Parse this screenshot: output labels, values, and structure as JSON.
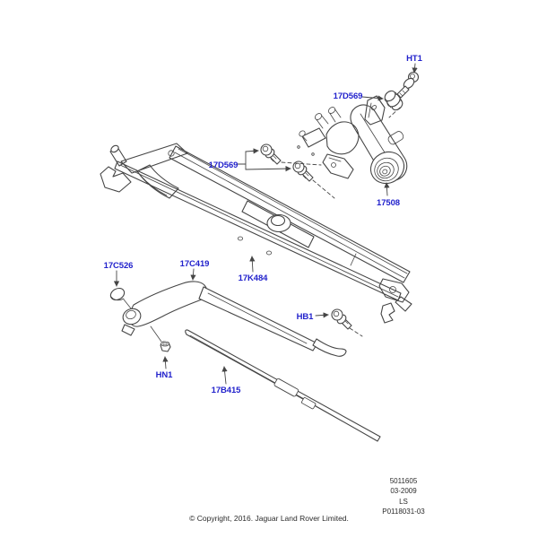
{
  "diagram": {
    "label_color": "#2222cc",
    "line_color": "#454545",
    "part_labels": [
      {
        "code": "HT1"
      },
      {
        "code": "17D569"
      },
      {
        "code": "17508"
      },
      {
        "code": "17D569"
      },
      {
        "code": "17C526"
      },
      {
        "code": "17C419"
      },
      {
        "code": "17K484"
      },
      {
        "code": "HB1"
      },
      {
        "code": "HN1"
      },
      {
        "code": "17B415"
      }
    ]
  },
  "footer": {
    "doc_number": "5011605",
    "doc_date": "03-2009",
    "doc_code": "LS",
    "doc_ref": "P0118031-03",
    "copyright": "© Copyright, 2016. Jaguar Land Rover Limited."
  }
}
